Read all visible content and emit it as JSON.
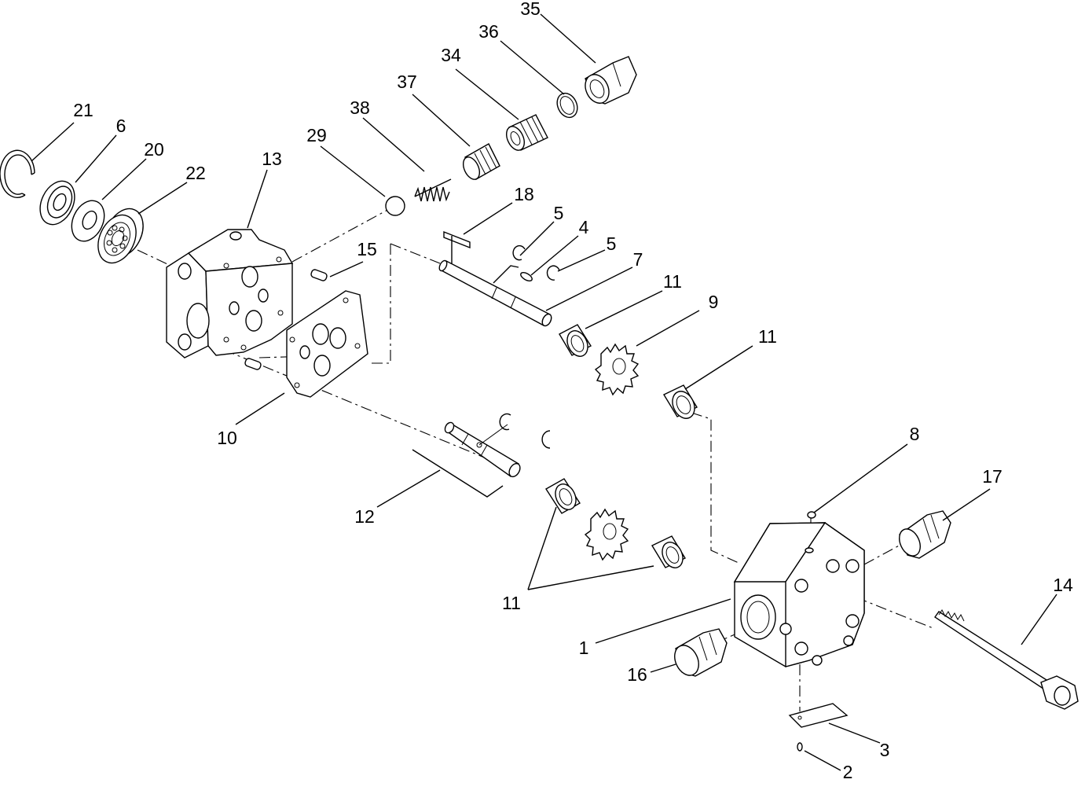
{
  "diagram": {
    "callouts": {
      "c1": "1",
      "c2": "2",
      "c3": "3",
      "c4": "4",
      "c5a": "5",
      "c5b": "5",
      "c6": "6",
      "c7": "7",
      "c8": "8",
      "c9": "9",
      "c10": "10",
      "c11a": "11",
      "c11b": "11",
      "c11c": "11",
      "c12": "12",
      "c13": "13",
      "c14": "14",
      "c15": "15",
      "c16": "16",
      "c17": "17",
      "c18": "18",
      "c20": "20",
      "c21": "21",
      "c22": "22",
      "c29": "29",
      "c34": "34",
      "c35": "35",
      "c36": "36",
      "c37": "37",
      "c38": "38"
    }
  }
}
